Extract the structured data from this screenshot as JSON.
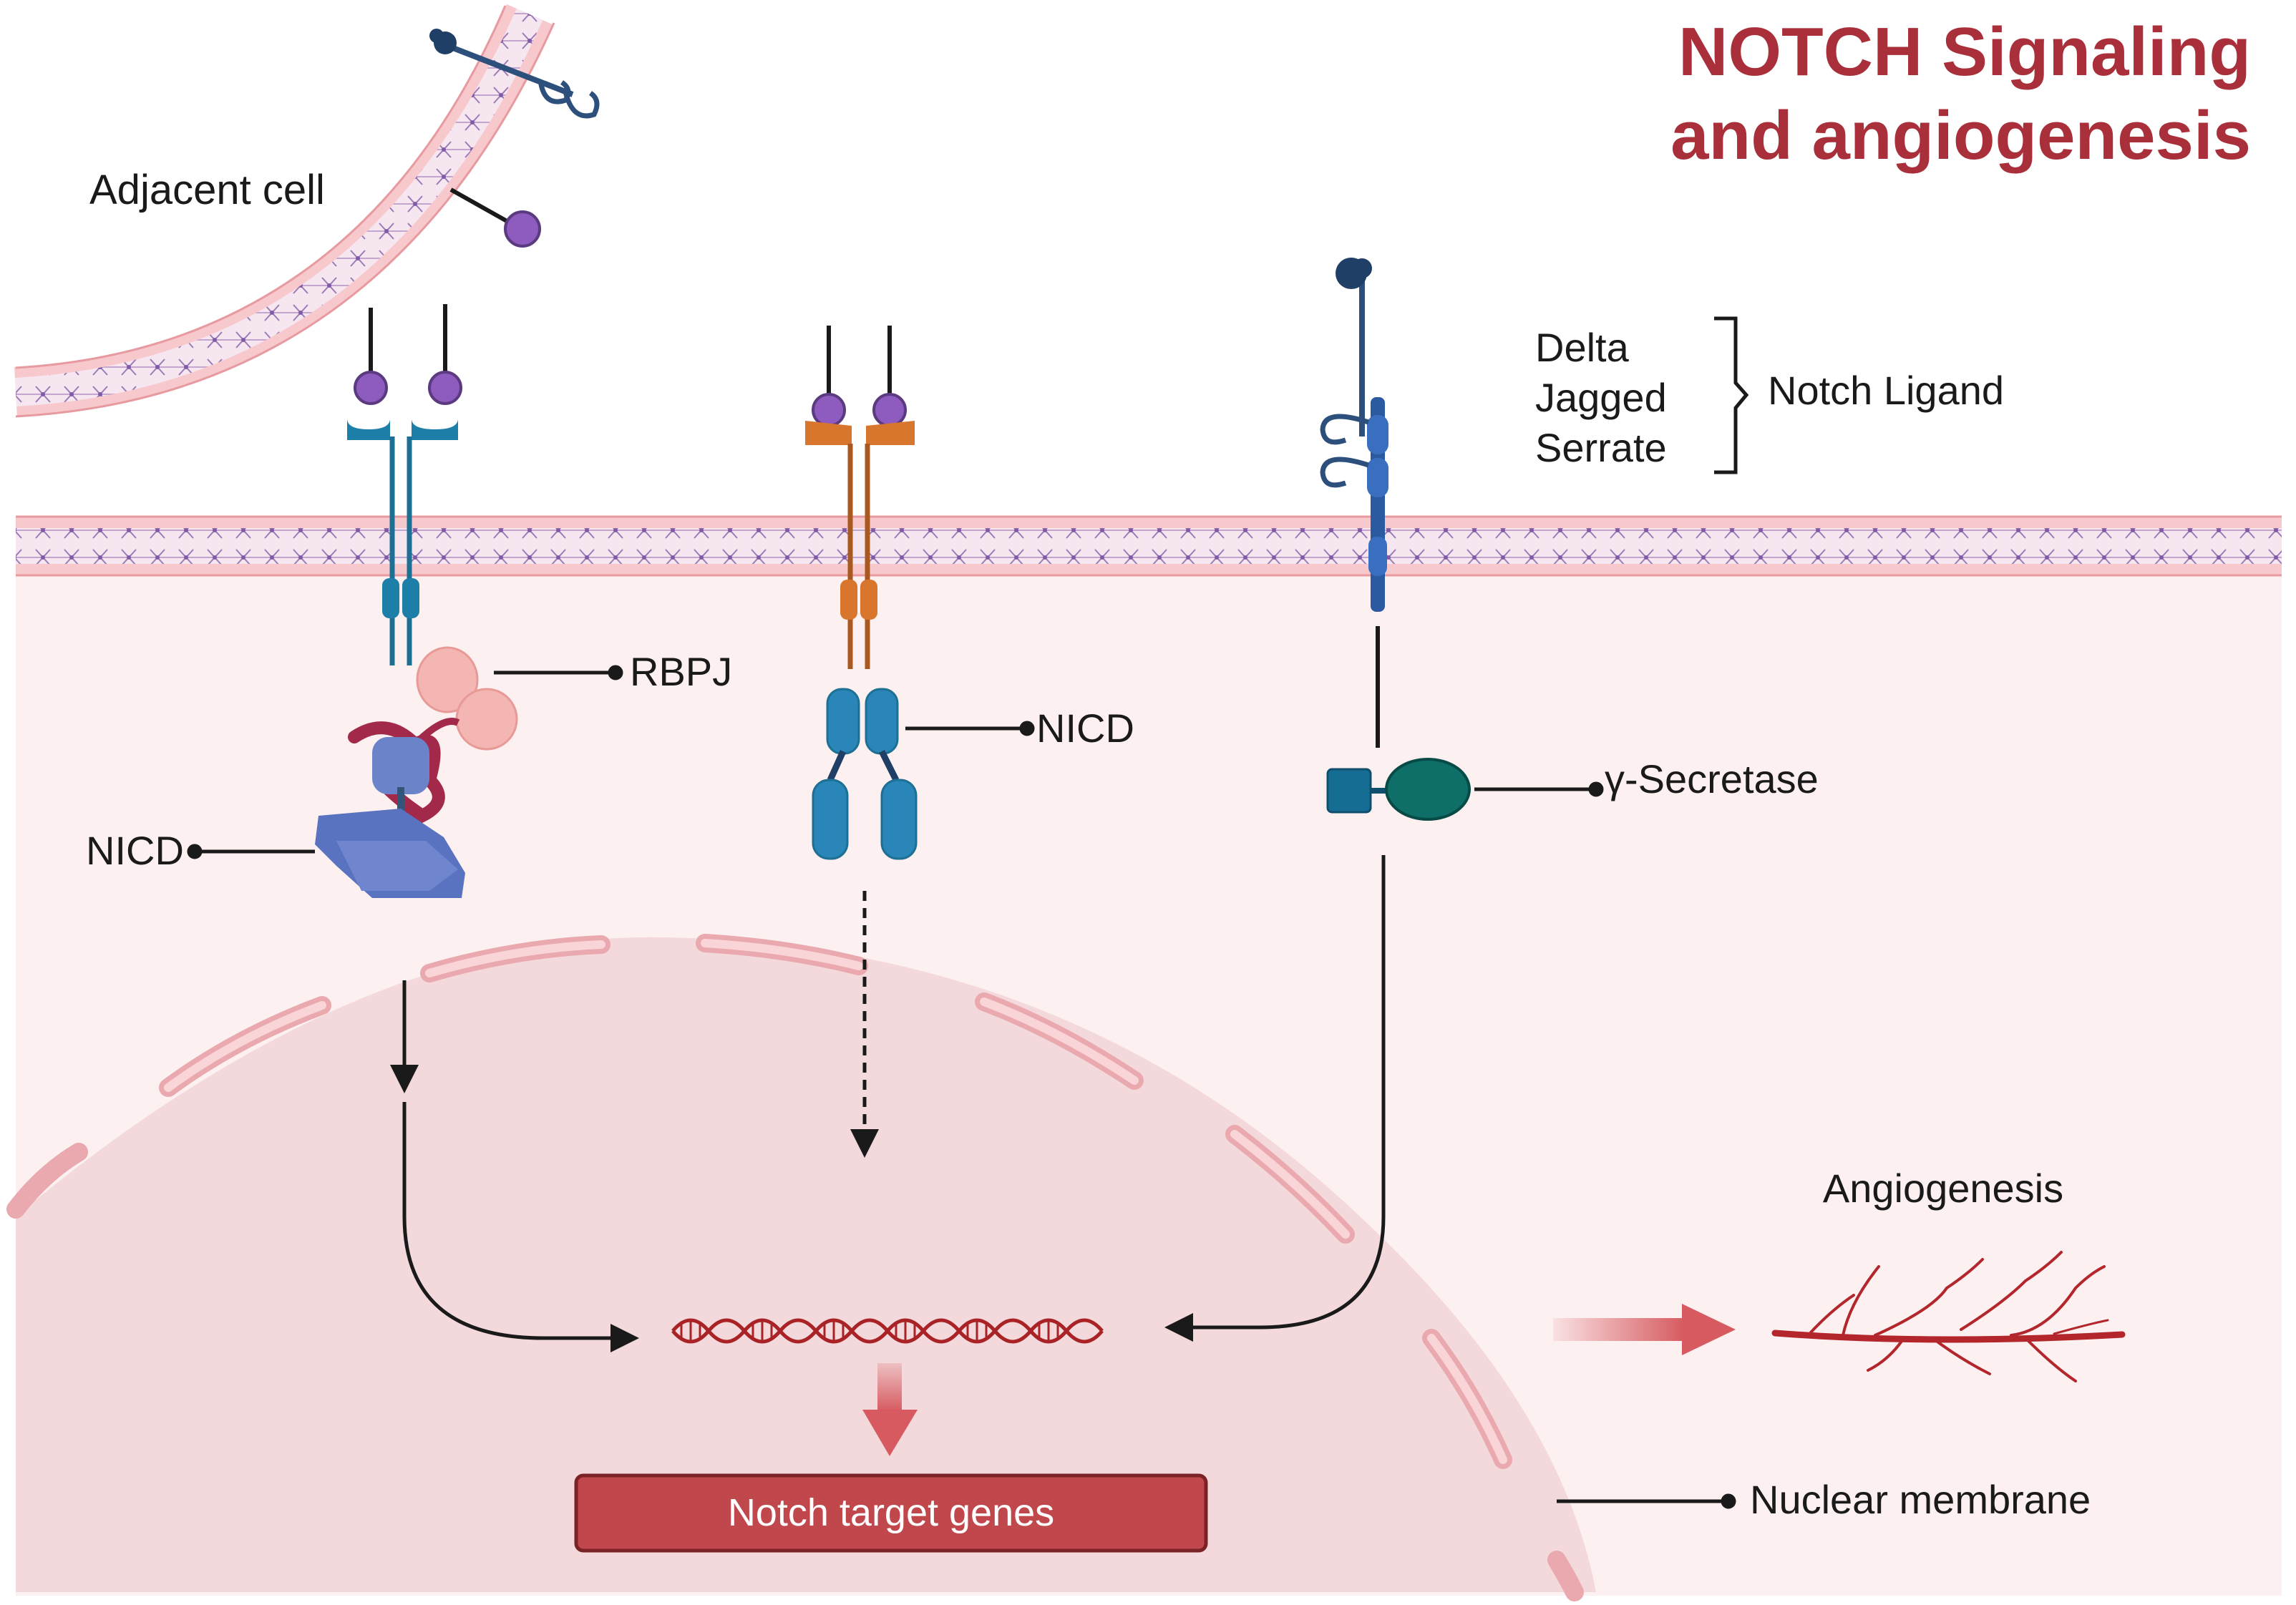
{
  "title": {
    "line1": "NOTCH Signaling",
    "line2": "and angiogenesis"
  },
  "labels": {
    "adjacent_cell": "Adjacent cell",
    "rbpj": "RBPJ",
    "nicd_left": "NICD",
    "nicd_middle": "NICD",
    "gamma_secretase": "γ-Secretase",
    "delta": "Delta",
    "jagged": "Jagged",
    "serrate": "Serrate",
    "notch_ligand": "Notch Ligand",
    "angiogenesis": "Angiogenesis",
    "nuclear_membrane": "Nuclear membrane",
    "notch_target_genes": "Notch target genes"
  },
  "colors": {
    "title": "#a9303a",
    "cytoplasm": "#fdf0f1",
    "nucleus": "#f3d9db",
    "membrane_pink": "#f7c9cc",
    "membrane_dots": "#8a6aa8",
    "receptor_teal": "#1d6f94",
    "receptor_orange": "#d9762e",
    "ligand_purple": "#8e5bbf",
    "nicd_blue": "#2a86b8",
    "secretase_green": "#0e6e68",
    "secretase_box": "#156d94",
    "arrow_red": "#d65a5f",
    "dna_red": "#a82226",
    "target_box": "#c0484d"
  },
  "icons": [
    "receptor-icon",
    "ligand-icon",
    "nicd-icon",
    "rbpj-complex-icon",
    "gamma-secretase-icon",
    "dna-icon",
    "blood-vessel-icon"
  ]
}
